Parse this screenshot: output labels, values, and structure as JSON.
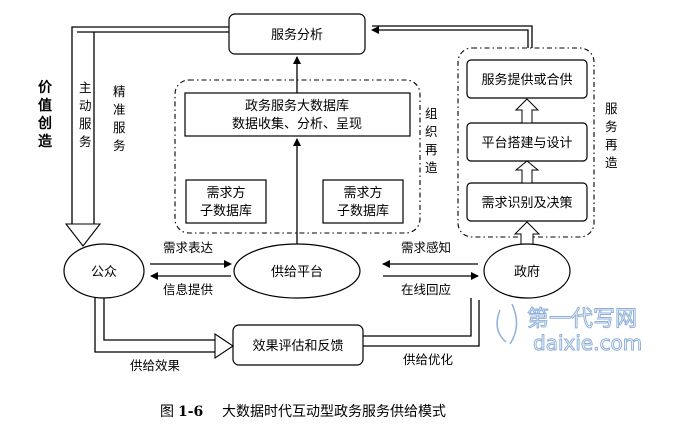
{
  "nodes": {
    "service_analysis": "服务分析",
    "bigdata_line1": "政务服务大数据库",
    "bigdata_line2": "数据收集、分析、呈现",
    "demand_db_line1": "需求方",
    "demand_db_line2": "子数据库",
    "public": "公众",
    "supply_platform": "供给平台",
    "government": "政府",
    "feedback": "效果评估和反馈",
    "service_provision": "服务提供或合供",
    "platform_build": "平台搭建与设计",
    "demand_decision": "需求识别及决策"
  },
  "labels": {
    "value_creation": [
      "价",
      "值",
      "创",
      "造"
    ],
    "active_service": [
      "主",
      "动",
      "服",
      "务"
    ],
    "precise_service": [
      "精",
      "准",
      "服",
      "务"
    ],
    "org_reshape": [
      "组",
      "织",
      "再",
      "造"
    ],
    "service_reshape": [
      "服",
      "务",
      "再",
      "造"
    ],
    "demand_express": "需求表达",
    "info_provide": "信息提供",
    "demand_sense": "需求感知",
    "online_response": "在线回应",
    "supply_effect": "供给效果",
    "supply_optimize": "供给优化"
  },
  "caption": {
    "prefix": "图",
    "number": "1-6",
    "title": "大数据时代互动型政务服务供给模式"
  },
  "watermark": {
    "line1": "第一代写网",
    "line2": "daixie.com"
  }
}
